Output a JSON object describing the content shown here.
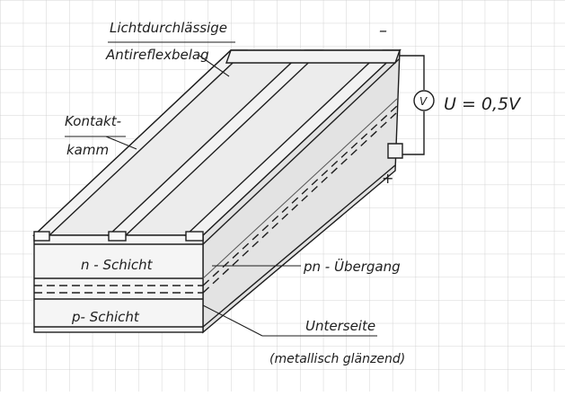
{
  "labels": {
    "coating_line1": "Lichtdurchlässige",
    "coating_line2": "Antireflexbelag",
    "contact_line1": "Kontakt-",
    "contact_line2": "kamm",
    "minus": "–",
    "plus": "+",
    "voltmeter": "V",
    "voltage": "U = 0,5V",
    "n_layer": "n - Schicht",
    "p_layer": "p- Schicht",
    "junction": "pn - Übergang",
    "bottom_line1": "Unterseite",
    "bottom_line2": "(metallisch glänzend)"
  },
  "colors": {
    "grid": "#c9c9c9",
    "ink": "#1e1e1e",
    "shade": "#d9d9d9"
  }
}
